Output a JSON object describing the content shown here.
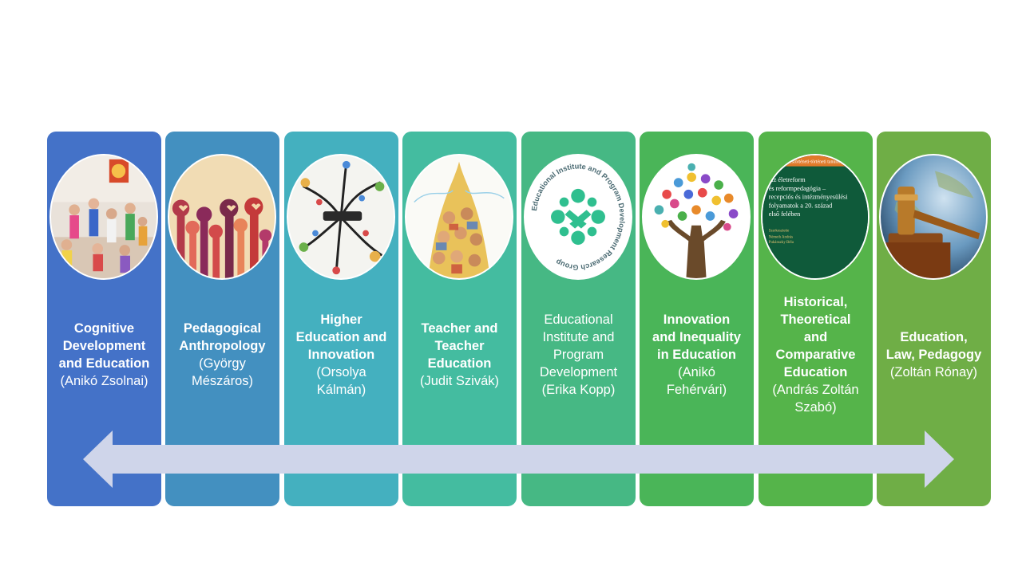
{
  "colors": {
    "panels": [
      "#4472c8",
      "#4390c0",
      "#44b0bf",
      "#44bca0",
      "#46b884",
      "#4ab558",
      "#55b44a",
      "#6fae46"
    ],
    "arrow": "#cfd5ea"
  },
  "panels": [
    {
      "title": "Cognitive\nDevelopment\nand Education",
      "person": "(Anikó Zsolnai)",
      "image": "children-yoga-photo"
    },
    {
      "title": "Pedagogical\nAnthropology",
      "person": "(György\nMészáros)",
      "image": "raised-hands-hearts-illustration"
    },
    {
      "title": "Higher\nEducation and\nInnovation",
      "person": "(Orsolya\nKálmán)",
      "image": "innovation-mindmap-image"
    },
    {
      "title": "Teacher and\nTeacher\nEducation",
      "person": "(Judit Szivák)",
      "image": "teacher-collage-image"
    },
    {
      "title": "Educational\nInstitute and\nProgram\nDevelopment",
      "person": "(Erika Kopp)",
      "image": "research-group-logo",
      "logo_text": "Educational Institute and Program Development Research Group"
    },
    {
      "title": "Innovation\nand Inequality\nin Education",
      "person": "(Anikó\nFehérvári)",
      "image": "hands-tree-illustration"
    },
    {
      "title": "Historical,\nTheoretical\nand\nComparative\nEducation",
      "person": "(András Zoltán\nSzabó)",
      "image": "book-cover-image",
      "book": {
        "header": "Neveléstörténeti-történeti tanulmányok",
        "title": "Az életreform\nés reformpedagógia –\nrecepciós és intézményesülési\nfolyamatok a 20. század\nelső felében",
        "editors_label": "Szerkesztette",
        "editors": "Németh András\nPukánszky Béla"
      }
    },
    {
      "title": "Education,\nLaw, Pedagogy",
      "person": "(Zoltán Rónay)",
      "image": "gavel-globe-image"
    }
  ]
}
